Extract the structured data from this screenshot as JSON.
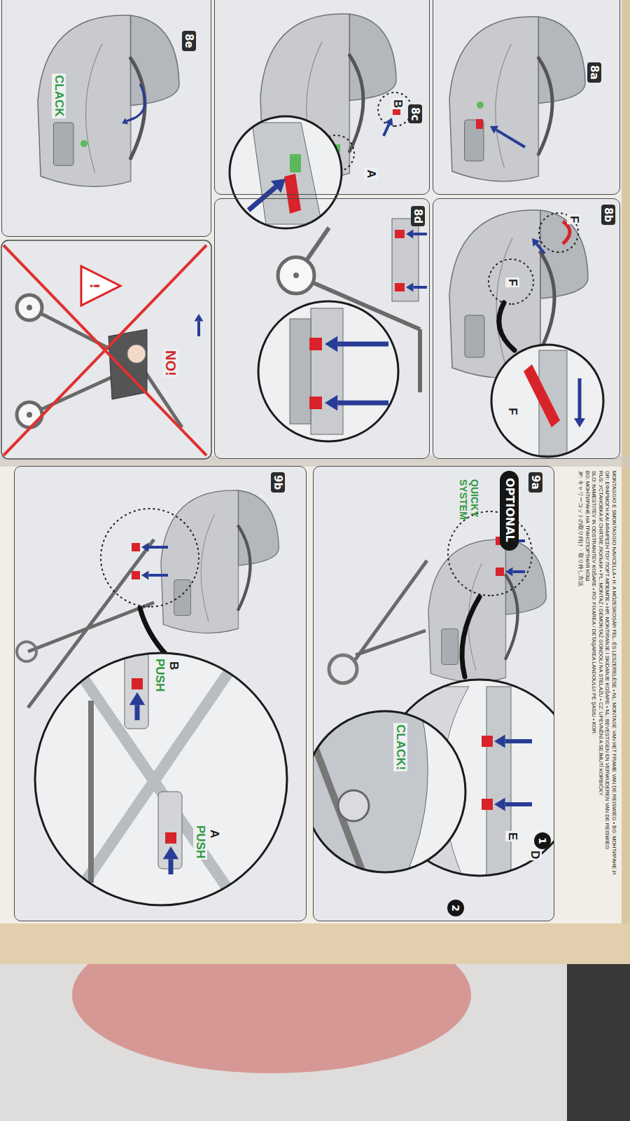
{
  "diagram": {
    "nodes": [
      {
        "text": [
          "8a"
        ]
      },
      {
        "text": [
          "8b"
        ]
      },
      {
        "text": [
          "8c"
        ]
      },
      {
        "text": [
          "8d"
        ]
      },
      {
        "text": [
          "8e"
        ]
      },
      {
        "text": [
          "9a"
        ]
      },
      {
        "text": [
          "9b"
        ]
      },
      {
        "text": [
          "OPTIONAL"
        ],
        "in": 5
      },
      {
        "text": [
          "1"
        ],
        "in": 5
      },
      {
        "text": [
          "2"
        ],
        "in": 5
      }
    ],
    "labels": [
      "B",
      "A",
      "F",
      "F",
      "F",
      "CLACK",
      "!",
      "NO!",
      "MONTAGGIO E SMONTAGGIO NAVICELLA • H: A MÓZESKOSÁR FEL- ÉS LESZERELÉSE • NL: MONTAGE VAN HET FRAME VAN DE REISWIEG • BG: МОНТИРАНЕ И",
      "GR: ΕΦΑΡΜΟΓΗ ΚΑΙ ΑΦΑΙΡΕΣΗ ΤΟΥ ΠΟΡΤ-ΜΠΕΜΠΕ • HR: MONTIRANJE I SKIDANJE KOŠARE • NL: BEVESTIGEN EN VERWIJDEREN VAN DE REISWIEG",
      "RUS: УСТАНОВКА И СНЯТИЕ ЛЮЛЬКИ • PL: MONTAŻ I DEMONTAŻ GONDOLI NA STELAŻU • CZ: UPEVNĚNÍ A SEJMUTÍ KORBIČKY",
      "SLO: NAMESTITEV IN ODSTRANITEV KOŠARE • RO: FIXAREA / DETAŞAREA LANDOULUI PE ŞASIU • KOR:",
      "BG: МОНТИРАНЕ НА ТРАНСПОРТНИЯ КОШ",
      "JP: キャリーコットの取り付け・取り外し方法",
      "QUICKY SYSTEM",
      "D",
      "E",
      "CLACK!",
      "A",
      "PUSH",
      "B",
      "PUSH"
    ]
  }
}
